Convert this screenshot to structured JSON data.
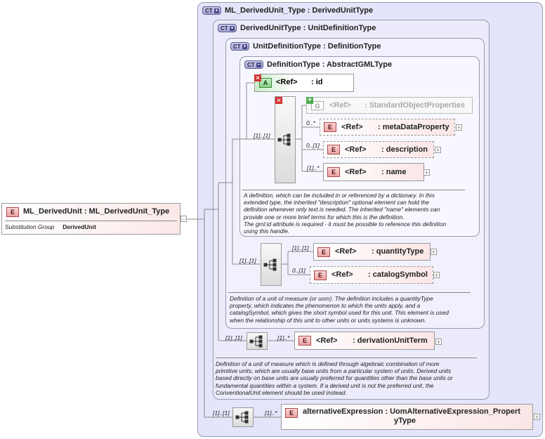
{
  "root": {
    "badge": "E",
    "name": "ML_DerivedUnit",
    "separator": ":",
    "type": "ML_DerivedUnit_Type",
    "sub_group_label": "Substitution Group",
    "sub_group_value": "DerivedUnit",
    "collapse_symbol": "−"
  },
  "containers": {
    "ml_derived": {
      "badge": "CT",
      "name": "ML_DerivedUnit_Type",
      "sep": ":",
      "base": "DerivedUnitType"
    },
    "derived": {
      "badge": "CT",
      "name": "DerivedUnitType",
      "sep": ":",
      "base": "UnitDefinitionType"
    },
    "unitdef": {
      "badge": "CT",
      "name": "UnitDefinitionType",
      "sep": ":",
      "base": "DefinitionType"
    },
    "definition": {
      "badge": "CT",
      "name": "DefinitionType",
      "sep": ":",
      "base": "AbstractGMLType"
    }
  },
  "attribute": {
    "badge": "A",
    "ref": "<Ref>",
    "name": ": id"
  },
  "group": {
    "badge": "G",
    "ref": "<Ref>",
    "name": ": StandardObjectProperties"
  },
  "elements": {
    "metaDataProperty": {
      "badge": "E",
      "ref": "<Ref>",
      "name": ": metaDataProperty",
      "card": "0..*"
    },
    "description": {
      "badge": "E",
      "ref": "<Ref>",
      "name": ": description",
      "card": "0..[1]"
    },
    "name": {
      "badge": "E",
      "ref": "<Ref>",
      "name": ": name",
      "card": "[1]..*"
    },
    "quantityType": {
      "badge": "E",
      "ref": "<Ref>",
      "name": ": quantityType",
      "card": "[1]..[1]"
    },
    "catalogSymbol": {
      "badge": "E",
      "ref": "<Ref>",
      "name": ": catalogSymbol",
      "card": "0..[1]"
    },
    "derivationUnitTerm": {
      "badge": "E",
      "ref": "<Ref>",
      "name": ": derivationUnitTerm",
      "card": "[1]..*"
    },
    "alternativeExpression": {
      "badge": "E",
      "name_line1": "alternativeExpression : UomAlternativeExpression_Propert",
      "name_line2": "yType",
      "card": "[1]..*"
    }
  },
  "sequence_cards": {
    "definition": "[1]..[1]",
    "unitdef": "[1]..[1]",
    "derived": "[1]..[1]",
    "ml_derived": "[1]..[1]"
  },
  "plus_symbol": "+",
  "x_symbol": "✕",
  "docs": {
    "definition": [
      "A definition, which can be included in or referenced by a dictionary. In this",
      "extended type, the inherited \"description\" optional element can hold the",
      "definition whenever only text is needed. The inherited \"name\" elements can",
      "provide one or more brief terms for which this is the definition.",
      "The gml:id attribute is required - it must be possible to reference this definition",
      "using this handle."
    ],
    "unitdef": [
      "Definition of a unit of measure (or uom). The definition includes a quantityType",
      "property, which indicates the phenomenon to which the units apply, and a",
      "catalogSymbol, which gives the short symbol used for this unit. This element is used",
      "when the relationship of this unit to other units or units systems is unknown."
    ],
    "derived": [
      "Definition of a unit of measure which is defined through algebraic combination of more",
      "primitive units, which are usually base units from a particular system of units. Derived units",
      "based directly on base units are usually preferred for quantities other than the base units or",
      "fundamental quantities within a system.  If a derived unit is not the preferred unit, the",
      "ConventionalUnit element should be used instead."
    ]
  }
}
